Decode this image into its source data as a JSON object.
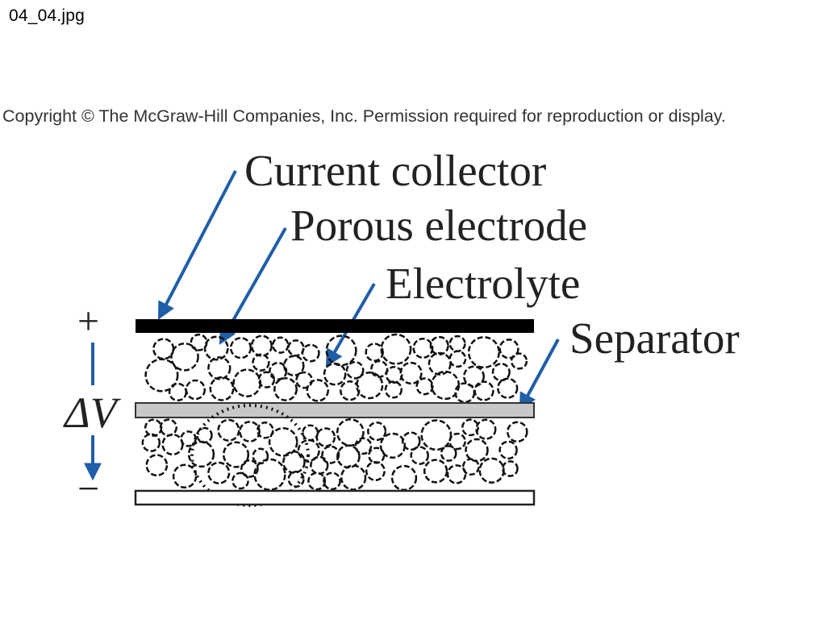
{
  "header": {
    "filename": "04_04.jpg"
  },
  "copyright": {
    "text": "Copyright © The McGraw-Hill Companies, Inc. Permission required for reproduction or display."
  },
  "diagram": {
    "labels": {
      "current_collector": "Current collector",
      "porous_electrode": "Porous electrode",
      "electrolyte": "Electrolyte",
      "separator": "Separator"
    },
    "voltage": {
      "plus": "+",
      "delta_v": "ΔV",
      "minus": "−"
    },
    "colors": {
      "arrow": "#1f5ea8",
      "collector": "#000000",
      "separator": "#c8c8c8",
      "text": "#222222"
    }
  }
}
